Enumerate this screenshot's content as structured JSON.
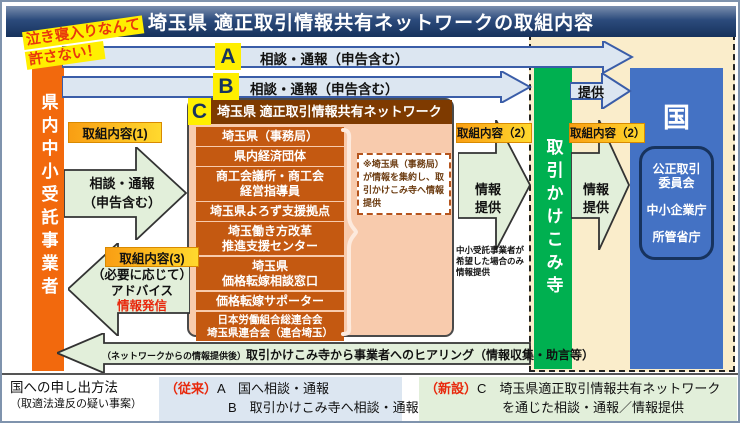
{
  "title": "埼玉県 適正取引情報共有ネットワークの取組内容",
  "sticker": {
    "line1": "泣き寝入りなんて",
    "line2": "許さない！"
  },
  "left_bar": {
    "label": "県内中小受託事業者"
  },
  "flow_a": {
    "badge": "A",
    "label": "相談・通報（申告含む）"
  },
  "flow_b": {
    "badge": "B",
    "label": "相談・通報（申告含む）"
  },
  "teikyo": {
    "label": "提供"
  },
  "content1": {
    "tag": "取組内容(1)",
    "arrow_text": "相談・通報\n（申告含む）"
  },
  "content3": {
    "tag": "取組内容(3)",
    "arrow_text_black": "（必要に応じて）\nアドバイス",
    "arrow_text_red": "情報発信"
  },
  "content2a": {
    "tag": "取組内容（2）",
    "arrow_text": "情報\n提供",
    "note": "中小受託事業者が\n希望した場合のみ\n情報提供"
  },
  "content2b": {
    "tag": "取組内容（2）",
    "arrow_text": "情報\n提供"
  },
  "network": {
    "badge": "C",
    "title": "埼玉県 適正取引情報共有ネットワーク",
    "members": [
      {
        "label": "埼玉県（事務局）"
      },
      {
        "label": "県内経済団体"
      },
      {
        "label": "商工会議所・商工会\n経営指導員"
      },
      {
        "label": "埼玉県よろず支援拠点"
      },
      {
        "label": "埼玉働き方改革\n推進支援センター"
      },
      {
        "label": "埼玉県\n価格転嫁相談窓口"
      },
      {
        "label": "価格転嫁サポーター"
      },
      {
        "label": "日本労働組合総連合会\n埼玉県連合会（連合埼玉）"
      }
    ],
    "note": "※埼玉県（事務局）が情報を集約し、取引かけこみ寺へ情報提供"
  },
  "kakekomi": {
    "label": "取引かけこみ寺"
  },
  "kuni": {
    "label": "国",
    "orgs": [
      "公正取引\n委員会",
      "中小企業庁",
      "所管省庁"
    ]
  },
  "hearing": {
    "prefix": "（ネットワークからの情報提供後）",
    "label": "取引かけこみ寺から事業者へのヒアリング（情報収集・助言等）"
  },
  "legend": {
    "method_line1": "国への申し出方法",
    "method_line2": "（取適法違反の疑い事案）",
    "legacy_tag": "（従来）",
    "legacy_a": "A　国へ相談・通報",
    "legacy_b": "B　取引かけこみ寺へ相談・通報",
    "new_tag": "（新設）",
    "new_line1": "C　埼玉県適正取引情報共有ネットワーク",
    "new_line2": "を通じた相談・通報／情報提供"
  },
  "colors": {
    "orange_bar": "#f2690d",
    "title_navy": "#16325c",
    "green_temple": "#00b050",
    "blue_nation": "#4472c4",
    "cream_region": "#faedcb",
    "peach_network": "#f8cbad",
    "brown_header": "#7e3a00",
    "brown_member": "#c45911",
    "flow_arrow_fill": "#dce6f1",
    "action_arrow_fill": "#e2efda",
    "highlight_yellow": "#ffef00",
    "accent_red": "#e8290d"
  }
}
